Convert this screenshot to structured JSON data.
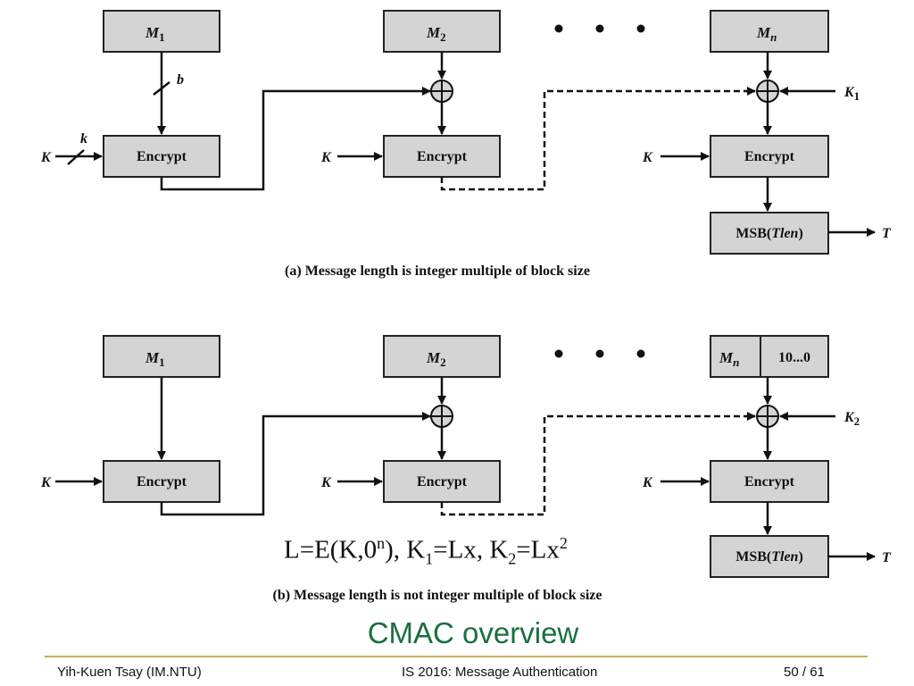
{
  "diagram": {
    "m1": "M",
    "m1_sub": "1",
    "m2": "M",
    "m2_sub": "2",
    "mn": "M",
    "mn_sub": "n",
    "padding": "10...0",
    "encrypt": "Encrypt",
    "key": "K",
    "k1": "K",
    "k1_sub": "1",
    "k2": "K",
    "k2_sub": "2",
    "b": "b",
    "k": "k",
    "msb": "MSB(",
    "tlen": "Tlen",
    "msb_close": ")",
    "t": "T",
    "caption_a": "(a) Message length is integer multiple of block size",
    "caption_b": "(b) Message length is not integer multiple of block size"
  },
  "formula": {
    "part1": "L=E(K,0",
    "sup_n": "n",
    "part2": "), K",
    "sub1": "1",
    "part3": "=Lx, K",
    "sub2": "2",
    "part4": "=Lx",
    "sup2": "2"
  },
  "title": "CMAC overview",
  "footer": {
    "left": "Yih-Kuen Tsay (IM.NTU)",
    "center": "IS 2016: Message Authentication",
    "page": "50",
    "sep": " / ",
    "total": "61"
  }
}
